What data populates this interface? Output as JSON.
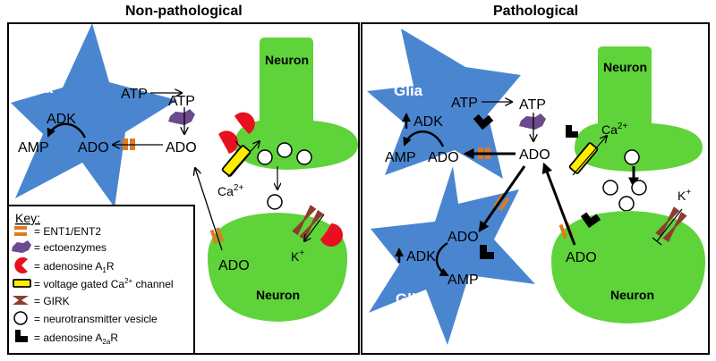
{
  "panels": {
    "left_title": "Non-pathological",
    "right_title": "Pathological"
  },
  "labels": {
    "glia": "Glia",
    "neuron": "Neuron",
    "atp": "ATP",
    "ado": "ADO",
    "adk": "ADK",
    "amp": "AMP",
    "ca": "Ca",
    "ca_sup": "2+",
    "k": "K",
    "k_sup": "+"
  },
  "key": {
    "title": "Key:",
    "items": [
      {
        "icon": "ent-transporter-icon",
        "label": "= ENT1/ENT2"
      },
      {
        "icon": "ectoenzyme-icon",
        "label": "= ectoenzymes"
      },
      {
        "icon": "adenosine-a1r-icon",
        "label_main": "= adenosine A",
        "label_sub": "1",
        "label_end": "R"
      },
      {
        "icon": "calcium-channel-icon",
        "label_main": "= voltage gated Ca",
        "label_sup": "2+",
        "label_end": " channel"
      },
      {
        "icon": "girk-icon",
        "label": "= GIRK"
      },
      {
        "icon": "vesicle-icon",
        "label": "= neurotransmitter vesicle"
      },
      {
        "icon": "adenosine-a2ar-icon",
        "label_main": "= adenosine A",
        "label_sub": "2a",
        "label_end": "R"
      }
    ]
  },
  "colors": {
    "glia": "#4a86d0",
    "neuron": "#5fd33a",
    "ent": "#e07a20",
    "ectoenzyme": "#6b4a8e",
    "a1r": "#e8101e",
    "channel_yellow": "#ffee00",
    "girk": "#8b3e2e",
    "a2ar": "#000000"
  }
}
